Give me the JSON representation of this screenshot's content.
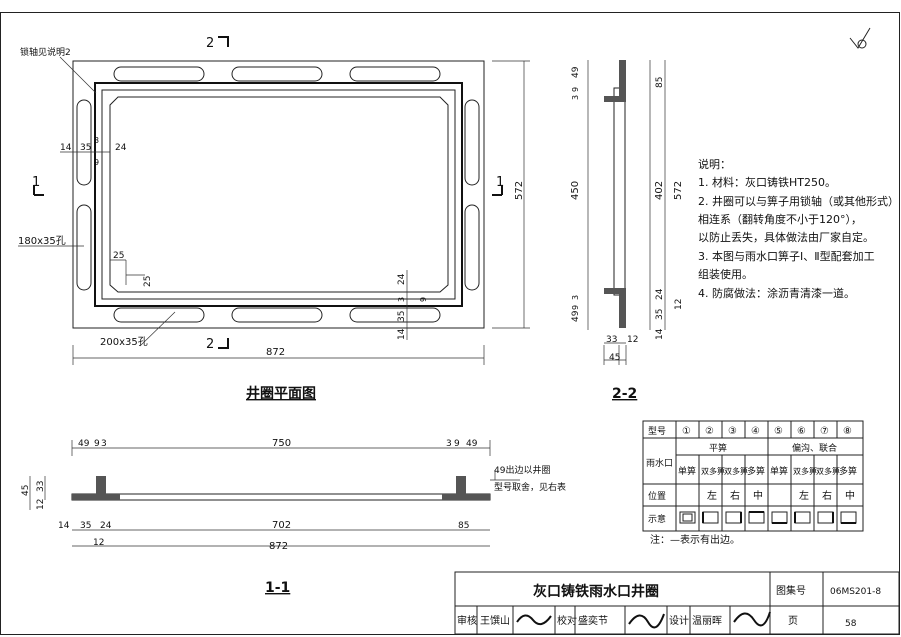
{
  "plan": {
    "title": "井圈平面图",
    "section_mark_top": "2",
    "section_mark_bottom": "2",
    "section_mark_left": "1",
    "section_mark_right": "1",
    "lock_note": "锁轴见说明2",
    "hole_side": "180x35孔",
    "hole_bottom": "200x35孔",
    "dim_width": "872",
    "dim_height": "572",
    "dims_left_top": [
      "14",
      "35",
      "3",
      "24",
      "9"
    ],
    "dims_mid": [
      "25",
      "25"
    ],
    "dims_right_bottom": [
      "24",
      "3",
      "9",
      "35",
      "14"
    ]
  },
  "section22": {
    "title": "2-2",
    "left_dims": [
      "49",
      "9",
      "3",
      "450",
      "3",
      "9",
      "49"
    ],
    "right_dims": [
      "85",
      "402",
      "572",
      "24",
      "35",
      "12",
      "14"
    ],
    "bottom_dims": [
      "33",
      "12",
      "45"
    ]
  },
  "section11": {
    "title": "1-1",
    "top_dims": [
      "49",
      "9",
      "3",
      "750",
      "3",
      "9",
      "49"
    ],
    "left_dims": [
      "45",
      "33",
      "12"
    ],
    "bottom_dims_a": [
      "14",
      "35",
      "24",
      "702",
      "85"
    ],
    "bottom_dims_b": [
      "12"
    ],
    "total": "872",
    "note1": "49出边以井圈",
    "note2": "型号取舍，见右表"
  },
  "notes": {
    "heading": "说明：",
    "items": [
      "1. 材料：灰口铸铁HT250。",
      "2. 井圈可以与箅子用锁轴（或其他形式）",
      "   相连系（翻转角度不小于120°），",
      "   以防止丢失，具体做法由厂家自定。",
      "3. 本图与雨水口箅子Ⅰ、Ⅱ型配套加工",
      "   组装使用。",
      "4. 防腐做法：涂沥青清漆一道。"
    ]
  },
  "table": {
    "row_model": "型号",
    "models": [
      "①",
      "②",
      "③",
      "④",
      "⑤",
      "⑥",
      "⑦",
      "⑧"
    ],
    "row_type_label": "雨水口",
    "group_flat": "平箅",
    "group_side": "偏沟、联合",
    "types": [
      "单箅",
      "双多箅",
      "双多箅",
      "多箅",
      "单箅",
      "双多箅",
      "双多箅",
      "多箅"
    ],
    "row_pos": "位置",
    "positions": [
      "",
      "左",
      "右",
      "中",
      "",
      "左",
      "右",
      "中"
    ],
    "row_sketch": "示意",
    "footnote": "注：—表示有出边。"
  },
  "titleblock": {
    "title": "灰口铸铁雨水口井圈",
    "atlas_label": "图集号",
    "atlas_no": "06MS201-8",
    "page_label": "页",
    "page_no": "58",
    "review_label": "审核",
    "review_name": "王馔山",
    "check_label": "校对",
    "check_name": "盛奕节",
    "design_label": "设计",
    "design_name": "温丽晖"
  }
}
